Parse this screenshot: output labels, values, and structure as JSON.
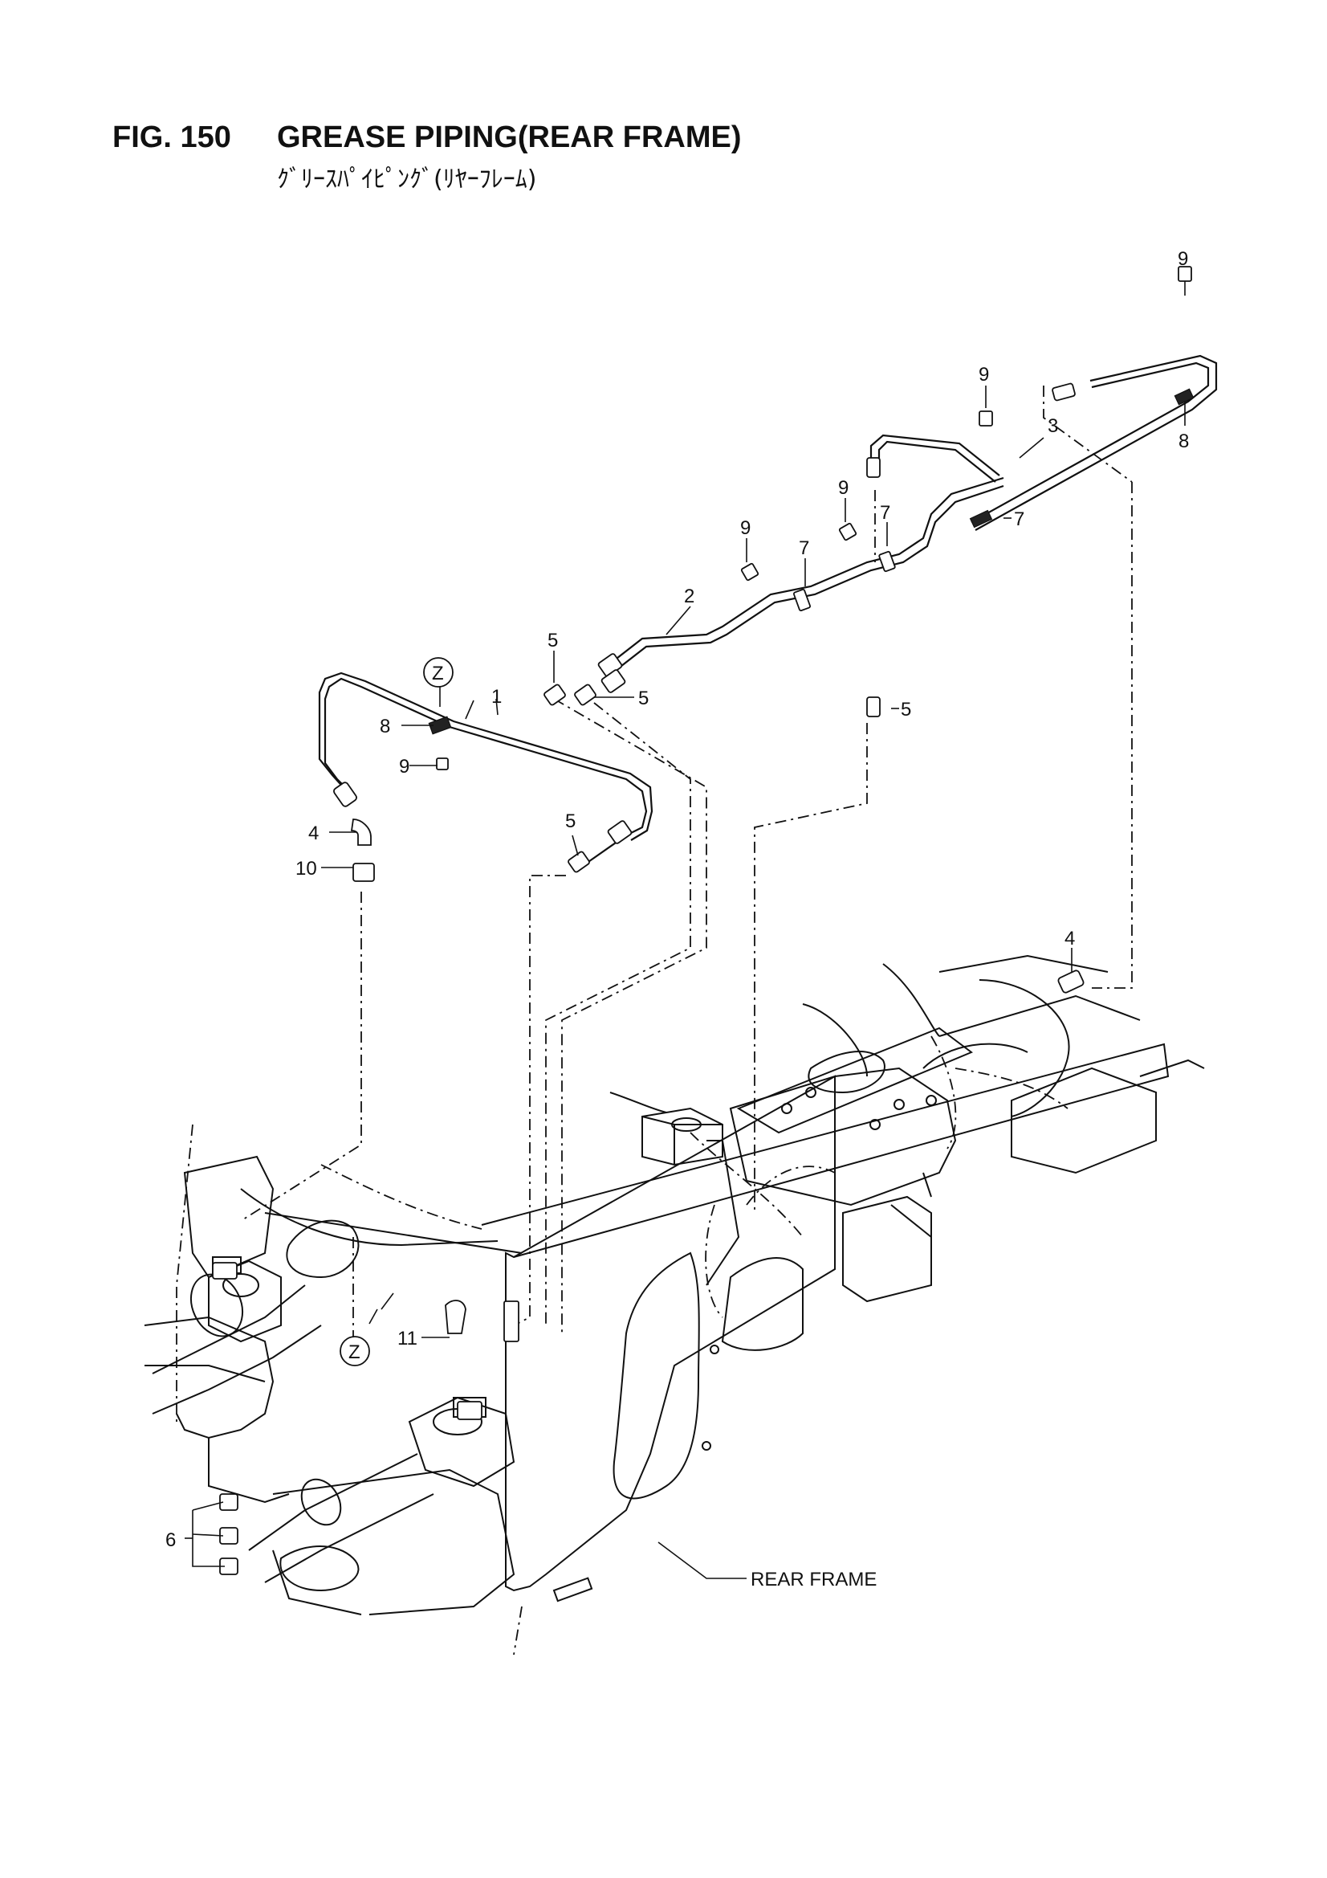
{
  "header": {
    "fig_no": "FIG. 150",
    "title": "GREASE PIPING(REAR FRAME)",
    "subtitle": "ｸﾞﾘｰｽﾊﾟｲﾋﾟﾝｸﾞ(ﾘﾔｰﾌﾚｰﾑ)"
  },
  "callouts": {
    "c1": "1",
    "c2": "2",
    "c3": "3",
    "c4a": "4",
    "c4b": "4",
    "c5a": "5",
    "c5b": "5",
    "c5c": "5",
    "c5d": "5",
    "c6": "6",
    "c7a": "7",
    "c7b": "7",
    "c7c": "7",
    "c8a": "8",
    "c8b": "8",
    "c9a": "9",
    "c9b": "9",
    "c9c": "9",
    "c9d": "9",
    "c9e": "9",
    "c10": "10",
    "c11": "11",
    "z_top": "Z",
    "z_bottom": "Z"
  },
  "labels": {
    "rear_frame": "REAR FRAME"
  }
}
